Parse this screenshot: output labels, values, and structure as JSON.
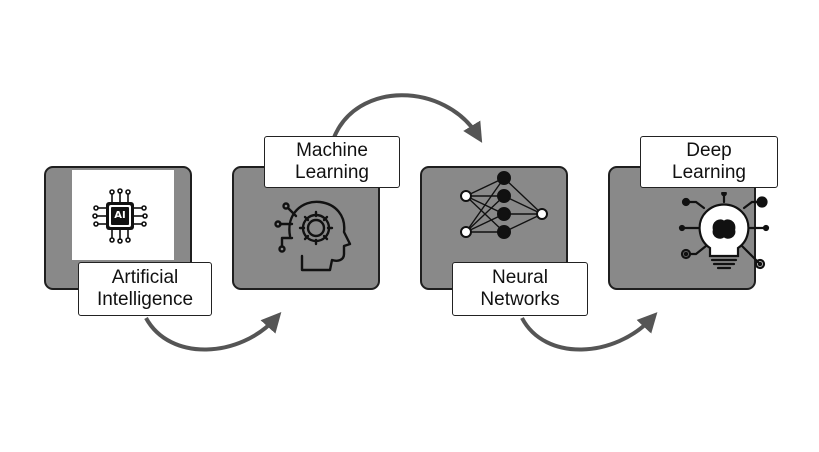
{
  "steps": [
    {
      "line1": "Artificial",
      "line2": "Intelligence",
      "icon": "ai-chip-icon"
    },
    {
      "line1": "Machine",
      "line2": "Learning",
      "icon": "head-gear-icon"
    },
    {
      "line1": "Neural",
      "line2": "Networks",
      "icon": "neural-network-icon"
    },
    {
      "line1": "Deep",
      "line2": "Learning",
      "icon": "lightbulb-brain-icon"
    }
  ],
  "chip_text": "AI",
  "colors": {
    "card_fill": "#898989",
    "card_border": "#1f1f1f",
    "arrow": "#555555",
    "icon": "#111111"
  }
}
